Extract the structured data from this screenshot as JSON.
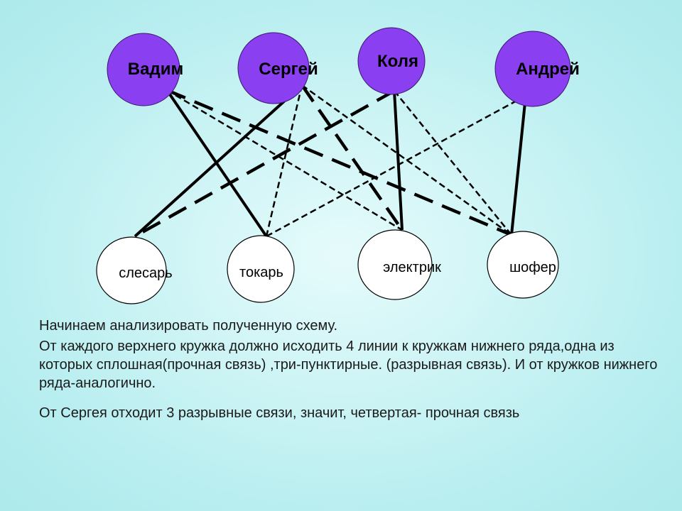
{
  "colors": {
    "top_node_fill": "#8a3ff0",
    "bottom_node_fill": "#ffffff",
    "line": "#000000"
  },
  "people": [
    {
      "id": "vadim",
      "label": "Вадим"
    },
    {
      "id": "sergey",
      "label": "Сергей"
    },
    {
      "id": "kolya",
      "label": "Коля"
    },
    {
      "id": "andrey",
      "label": "Андрей"
    }
  ],
  "jobs": [
    {
      "id": "slesar",
      "label": "слесарь"
    },
    {
      "id": "tokar",
      "label": "токарь"
    },
    {
      "id": "elektrik",
      "label": "электрик"
    },
    {
      "id": "shofer",
      "label": "шофер"
    }
  ],
  "links": [
    {
      "from": "vadim",
      "to": "tokar",
      "style": "solid"
    },
    {
      "from": "vadim",
      "to": "elektrik",
      "style": "dotted"
    },
    {
      "from": "vadim",
      "to": "shofer",
      "style": "dashed"
    },
    {
      "from": "sergey",
      "to": "slesar",
      "style": "solid"
    },
    {
      "from": "sergey",
      "to": "tokar",
      "style": "dotted"
    },
    {
      "from": "sergey",
      "to": "elektrik",
      "style": "dashed"
    },
    {
      "from": "sergey",
      "to": "shofer",
      "style": "dotted"
    },
    {
      "from": "kolya",
      "to": "slesar",
      "style": "dashed"
    },
    {
      "from": "kolya",
      "to": "elektrik",
      "style": "solid"
    },
    {
      "from": "kolya",
      "to": "shofer",
      "style": "dotted"
    },
    {
      "from": "andrey",
      "to": "tokar",
      "style": "dotted"
    },
    {
      "from": "andrey",
      "to": "shofer",
      "style": "solid"
    }
  ],
  "text": {
    "p1": "Начинаем анализировать полученную схему.",
    "p2": "От каждого верхнего кружка должно исходить 4 линии к кружкам нижнего ряда,одна из которых сплошная(прочная связь) ,три-пунктирные. (разрывная связь). И от кружков нижнего ряда-аналогично.",
    "p3": "От Сергея отходит 3 разрывные связи, значит, четвертая- прочная связь"
  }
}
